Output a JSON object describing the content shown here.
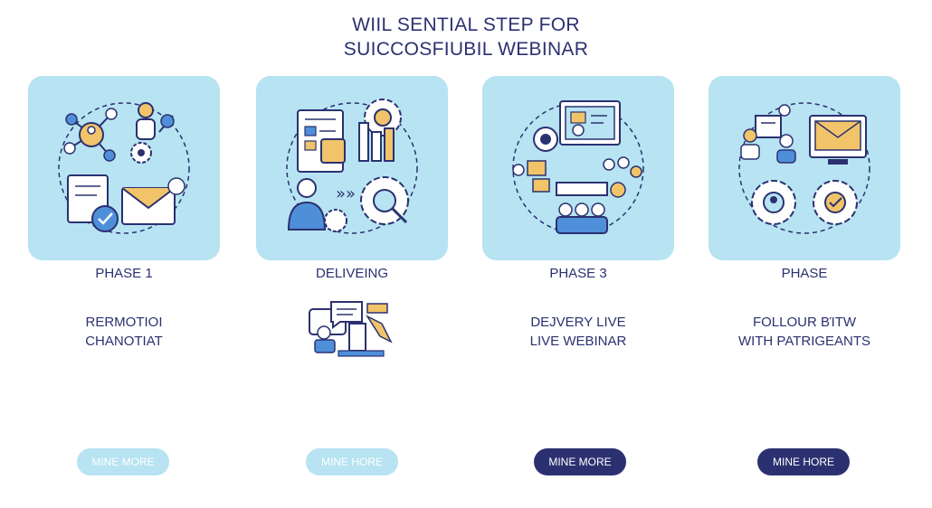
{
  "header": {
    "title_line1": "WIIL SENTIAL STEP FOR",
    "title_line2": "SUICCOSFIUBIL WEBINAR"
  },
  "phases": [
    {
      "label": "PHASE 1",
      "desc_line1": "RERMOTIOI",
      "desc_line2": "CHANOTIAT",
      "button": "MINE MORE"
    },
    {
      "label": "DELIVEING",
      "desc_line1": "",
      "desc_line2": "",
      "button": "MINE HORE"
    },
    {
      "label": "PHASE 3",
      "desc_line1": "DEJVERY LIVE",
      "desc_line2": "LIVE WEBINAR",
      "button": "MINE MORE"
    },
    {
      "label": "PHASE",
      "desc_line1": "FOLLOUR ΒΊΤW",
      "desc_line2": "WITH PATRIGEANTS",
      "button": "MINE HORE"
    }
  ],
  "icons": [
    "network-people-icon",
    "planning-gears-icon",
    "live-presentation-icon",
    "follow-up-gears-icon",
    "delivery-mini-icon"
  ],
  "colors": {
    "navy": "#2b3170",
    "card": "#b7e3f2",
    "accent": "#f1c46a",
    "blue": "#4f8fd9"
  }
}
